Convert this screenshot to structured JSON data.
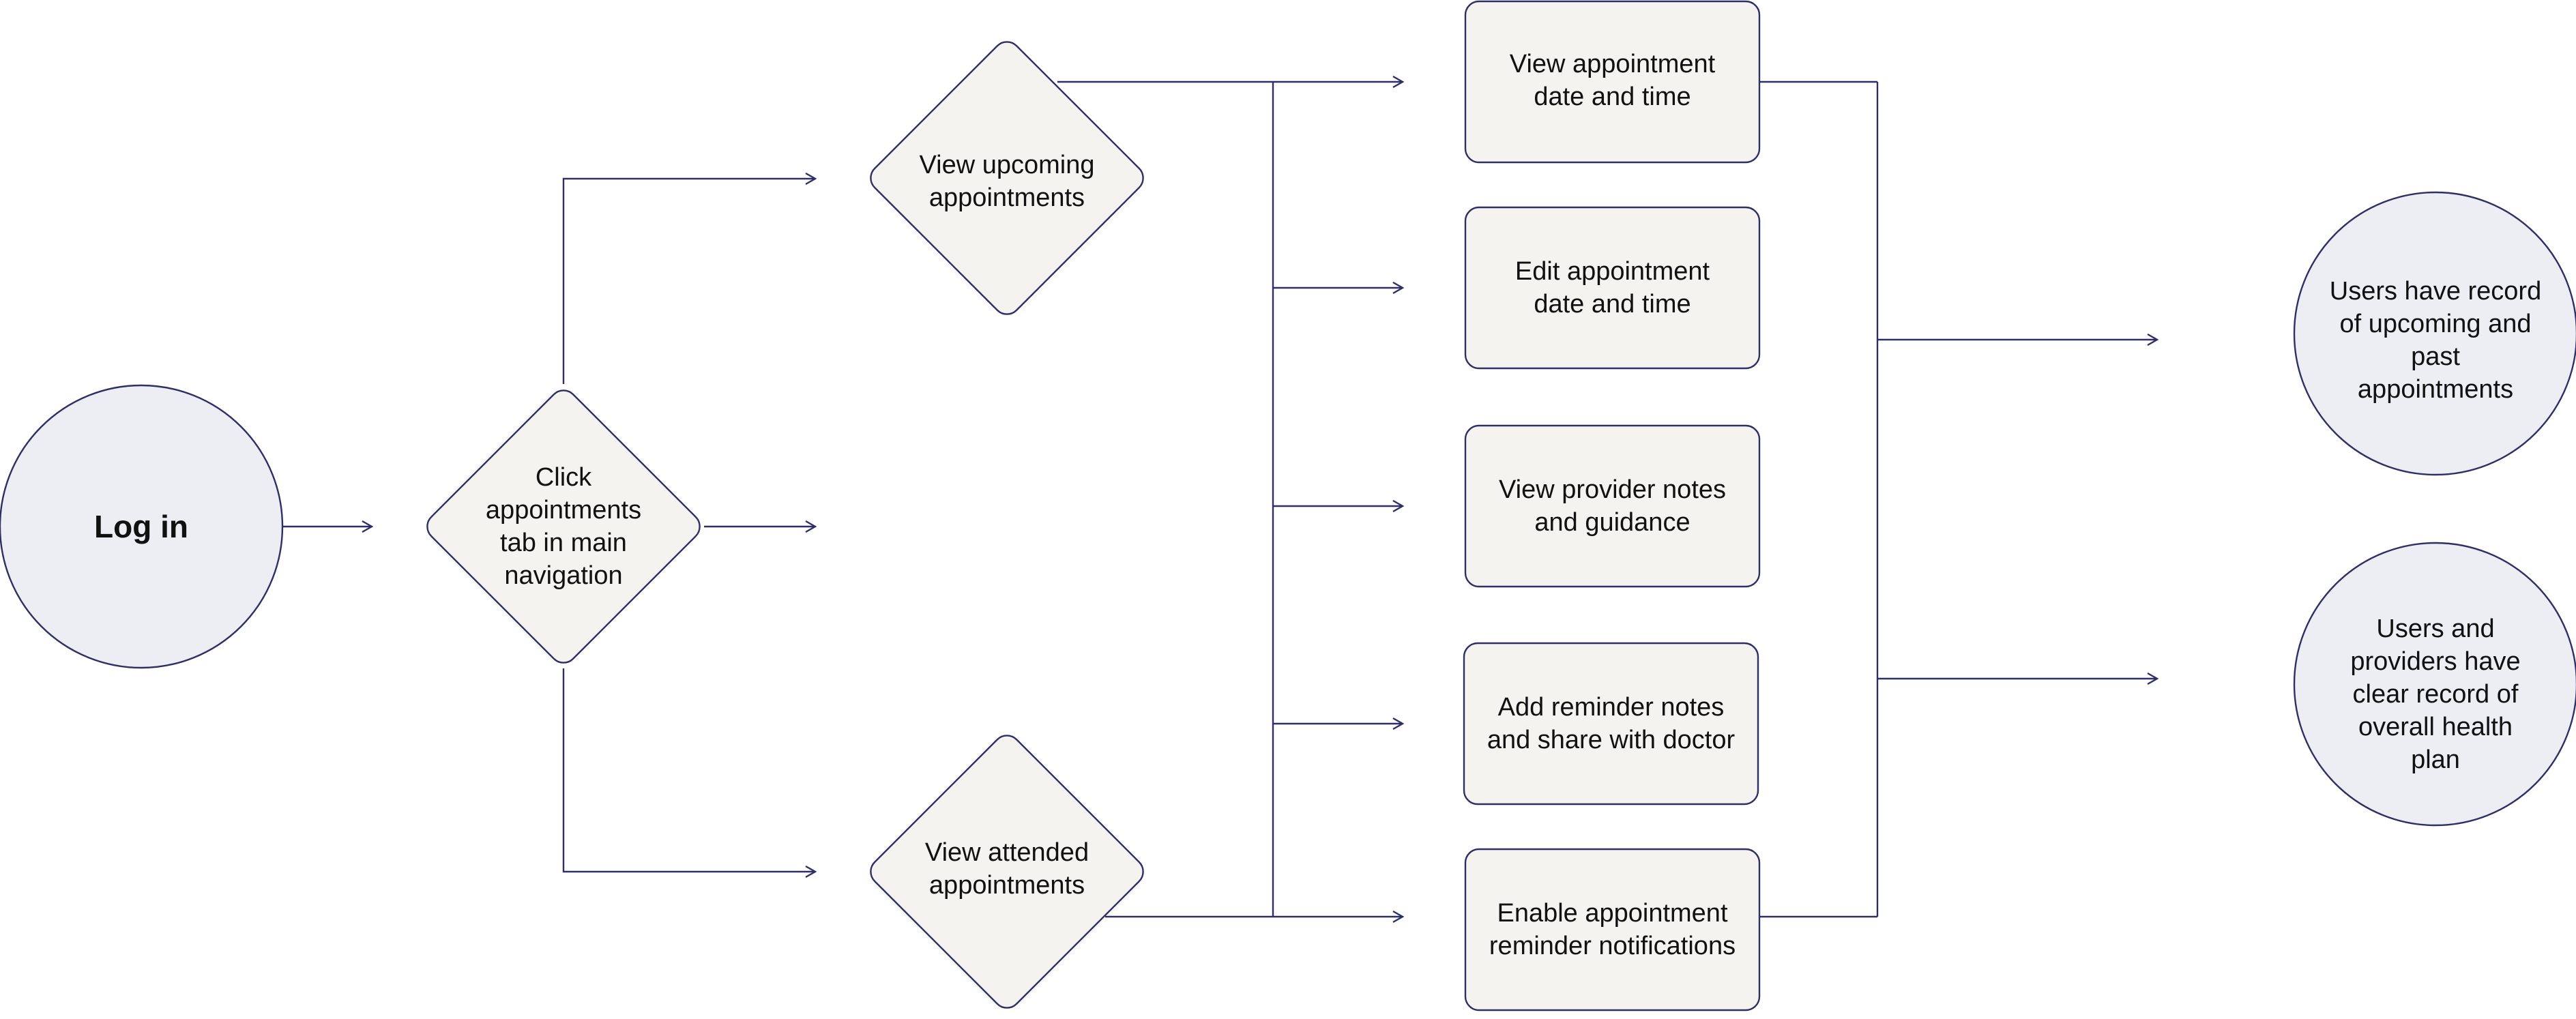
{
  "nodes": {
    "login": "Log in",
    "click_tab": "Click\nappointments\ntab in main\nnavigation",
    "view_upcoming": "View upcoming\nappointments",
    "view_attended": "View attended\nappointments",
    "view_datetime": "View appointment\ndate and time",
    "edit_datetime": "Edit appointment\ndate and time",
    "provider_notes": "View provider notes\nand guidance",
    "reminder_notes": "Add reminder notes\nand share with doctor",
    "enable_reminders": "Enable appointment\nreminder notifications",
    "outcome_record": "Users have record\nof upcoming and\npast\nappointments",
    "outcome_health": "Users and\nproviders have\nclear record of\noverall health\nplan"
  },
  "colors": {
    "stroke": "#2f2f66",
    "circle_fill": "#ededf4",
    "node_fill": "#f4f3ef",
    "text": "#111111"
  }
}
